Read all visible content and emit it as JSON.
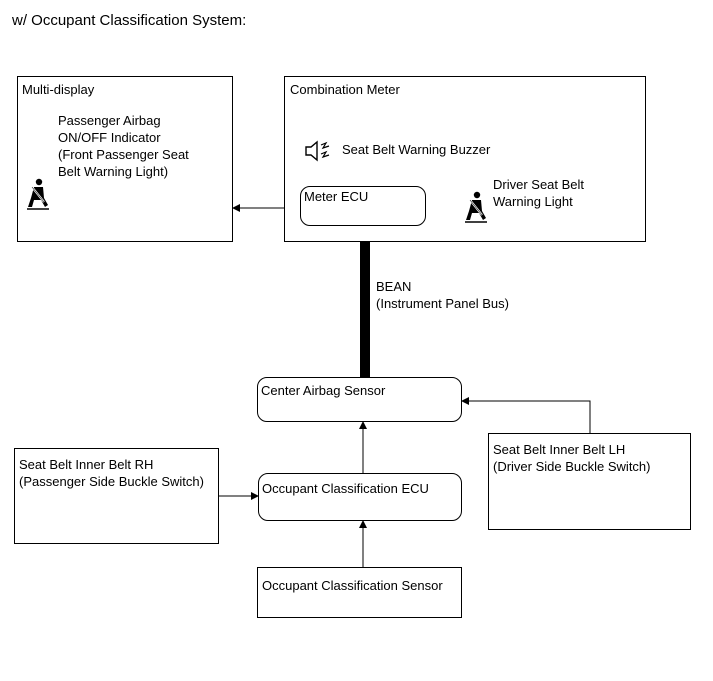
{
  "heading": "w/ Occupant Classification System:",
  "multi_display": {
    "title": "Multi-display",
    "indicator_lines": [
      "Passenger Airbag",
      "ON/OFF Indicator",
      "(Front Passenger Seat",
      "Belt Warning Light)"
    ]
  },
  "combination_meter": {
    "title": "Combination Meter",
    "buzzer_label": "Seat Belt Warning Buzzer",
    "meter_ecu": "Meter ECU",
    "driver_light_lines": [
      "Driver Seat Belt",
      "Warning Light"
    ]
  },
  "bus": {
    "name": "BEAN",
    "description": "(Instrument Panel Bus)"
  },
  "center_airbag_sensor": "Center Airbag Sensor",
  "buckle_rh": {
    "line1": "Seat Belt Inner Belt RH",
    "line2": "(Passenger Side Buckle Switch)"
  },
  "buckle_lh": {
    "line1": "Seat Belt Inner Belt LH",
    "line2": "(Driver Side Buckle Switch)"
  },
  "occupant_classification_ecu": "Occupant Classification ECU",
  "occupant_classification_sensor": "Occupant Classification Sensor",
  "icons": {
    "seat_belt": "seat-belt-warning-icon",
    "buzzer": "buzzer-speaker-icon"
  }
}
